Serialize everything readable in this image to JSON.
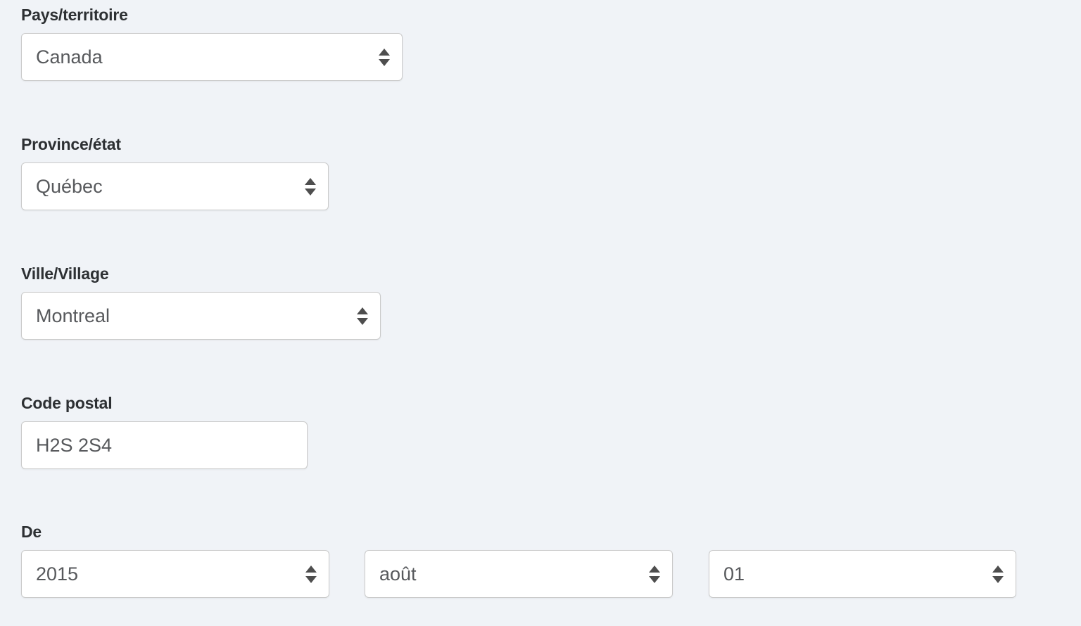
{
  "form": {
    "fields": [
      {
        "id": "country",
        "label": "Pays/territoire",
        "type": "select",
        "value": "Canada"
      },
      {
        "id": "province",
        "label": "Province/état",
        "type": "select",
        "value": "Québec"
      },
      {
        "id": "city",
        "label": "Ville/Village",
        "type": "select",
        "value": "Montreal"
      },
      {
        "id": "postal",
        "label": "Code postal",
        "type": "text",
        "value": "H2S 2S4"
      },
      {
        "id": "from",
        "label": "De",
        "type": "date-group",
        "year": "2015",
        "month": "août",
        "day": "01"
      }
    ]
  },
  "theme": {
    "page_background": "#f0f3f7",
    "label_color": "#2d3033",
    "value_color": "#57595c",
    "control_background": "#ffffff",
    "control_border": "#cacaca",
    "arrow_color": "#4e4e4e"
  },
  "icons": {
    "stepper": "stepper-arrows-icon",
    "arrow_up": "triangle-up-icon",
    "arrow_down": "triangle-down-icon"
  }
}
